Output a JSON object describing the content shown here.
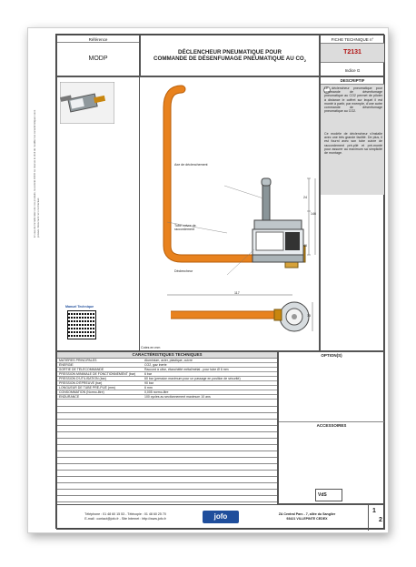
{
  "header": {
    "reference_label": "Référence",
    "reference_value": "MODP",
    "title_line1": "DÉCLENCHEUR PNEUMATIQUE POUR",
    "title_line2": "COMMANDE DE DÉSENFUMAGE PNEUMATIQUE AU CO",
    "title_sub": "2",
    "sheet_label": "FICHE TECHNIQUE n°",
    "sheet_number": "T2131",
    "index": "Indice G"
  },
  "description": {
    "heading": "DESCRIPTIF",
    "text1": "Le déclencheur pneumatique pour commande de désenfumage pneumatique au CO2 permet de piloter à distance le coffret sur lequel il est monté à partir, par exemple, d'une autre commande de désenfumage pneumatique au CO2.",
    "text2": "Ce modèle de déclencheur s'installe avec une très grande facilité. De plus, il est fourni avec son tube cuivre de raccordement pré-plié et pré-monté pour assurer au maximum sa simplicité de montage."
  },
  "drawing": {
    "label_axe": "Axe de déclenchement",
    "label_tube": "Tube cuivre de raccordement",
    "label_declencheur": "Déclencheur",
    "dim_24": "24",
    "dim_146": "146",
    "dim_46": "46",
    "dim_117": "117",
    "dim_35": "35",
    "units": "Cotes en mm",
    "manual_label": "Manuel Technique"
  },
  "side_text": "En vue de l'amélioration de nos produits, la société JOFO se réserve le droit de modifier les caractéristiques sans préavis. Document non contractuel.",
  "characteristics": {
    "heading": "CARACTÉRISTIQUES TECHNIQUES",
    "rows": [
      {
        "k": "MATIÈRES PRINCIPALES",
        "v": "Aluminium, acier, plastique, cuivre"
      },
      {
        "k": "ÉNERGIE",
        "v": "CO2, gaz inerte"
      },
      {
        "k": "SORTIE DE TÉLÉCOMMANDE",
        "v": "Raccord à olive, étanchéité métal/métal - pour tube Ø 6 mm"
      },
      {
        "k": "PRESSION MINIMALE DE FONCTIONNEMENT (bar)",
        "v": "6 bar"
      },
      {
        "k": "PRESSION D'UTILISATION (bar)",
        "v": "60 bar (pression maximum pour un passage en position de sécurité)"
      },
      {
        "k": "PRESSION D'ÉPREUVE (bar)",
        "v": "90 bar"
      },
      {
        "k": "LONGUEUR DE TUBE PRÉ-PLIÉ (mm)",
        "v": "6 mm"
      },
      {
        "k": "CONSOMMATION (Normo-litre)",
        "v": "0,005 normo-litre"
      },
      {
        "k": "ENDURANCE",
        "v": "100 cycles au sectionnement maximum 10 ans"
      }
    ],
    "options_heading": "OPTION(S)",
    "accessories_heading": "ACCESSOIRES"
  },
  "footer": {
    "phone": "Téléphone : 01 48 60 15 53  -  Télécopie : 01 48 60 25 70",
    "email": "E-mail : contact@jofo.fr  -  Site Internet : http://www.jofo.fr",
    "logo": "jofo",
    "address1": "ZA Central Parc - 7, allée du Sanglier",
    "address2": "93421 VILLEPINTE CEDEX",
    "page_current": "1",
    "page_total": "2",
    "cert": "VdS"
  },
  "colors": {
    "tube": "#e8821e",
    "tube_dark": "#b85f0a",
    "body_metal": "#9aa3a8",
    "logo_blue": "#1f4e9c"
  }
}
